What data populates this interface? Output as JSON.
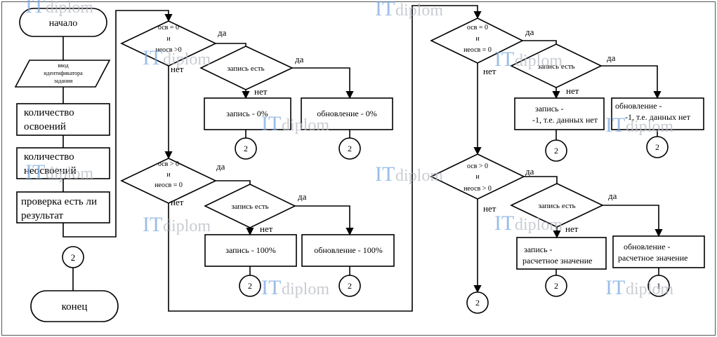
{
  "left": {
    "start": "начало",
    "input": [
      "ввод",
      "идентификатора",
      "задания"
    ],
    "count_done": [
      "количество",
      "освоений"
    ],
    "count_not": [
      "количество",
      "неосвоений"
    ],
    "check": [
      "проверка есть ли",
      "результат"
    ],
    "connector": "2",
    "end": "конец"
  },
  "mid": {
    "cond1": [
      "осв = 0",
      "и",
      "неосв >0"
    ],
    "cond2": [
      "осв > 0",
      "и",
      "неосв = 0"
    ],
    "exists": "запись есть",
    "write0": "запись - 0%",
    "update0": "обновление - 0%",
    "write100": "запись - 100%",
    "update100": "обновление - 100%",
    "connector": "2"
  },
  "right": {
    "cond1": [
      "осв = 0",
      "и",
      "неосв = 0"
    ],
    "cond2": [
      "осв > 0",
      "и",
      "неосв > 0"
    ],
    "exists": "запись есть",
    "write_none": [
      "запись -",
      "-1, т.е. данных нет"
    ],
    "update_none": [
      "обновление -",
      "-1, т.е. данных нет"
    ],
    "write_calc": [
      "запись -",
      "расчетное значение"
    ],
    "update_calc": [
      "обновление -",
      "расчетное значение"
    ],
    "connector": "2",
    "connector_last": "1"
  },
  "labels": {
    "yes": "да",
    "no": "нет"
  },
  "watermark": {
    "it": "IT",
    "word": "diplom"
  }
}
